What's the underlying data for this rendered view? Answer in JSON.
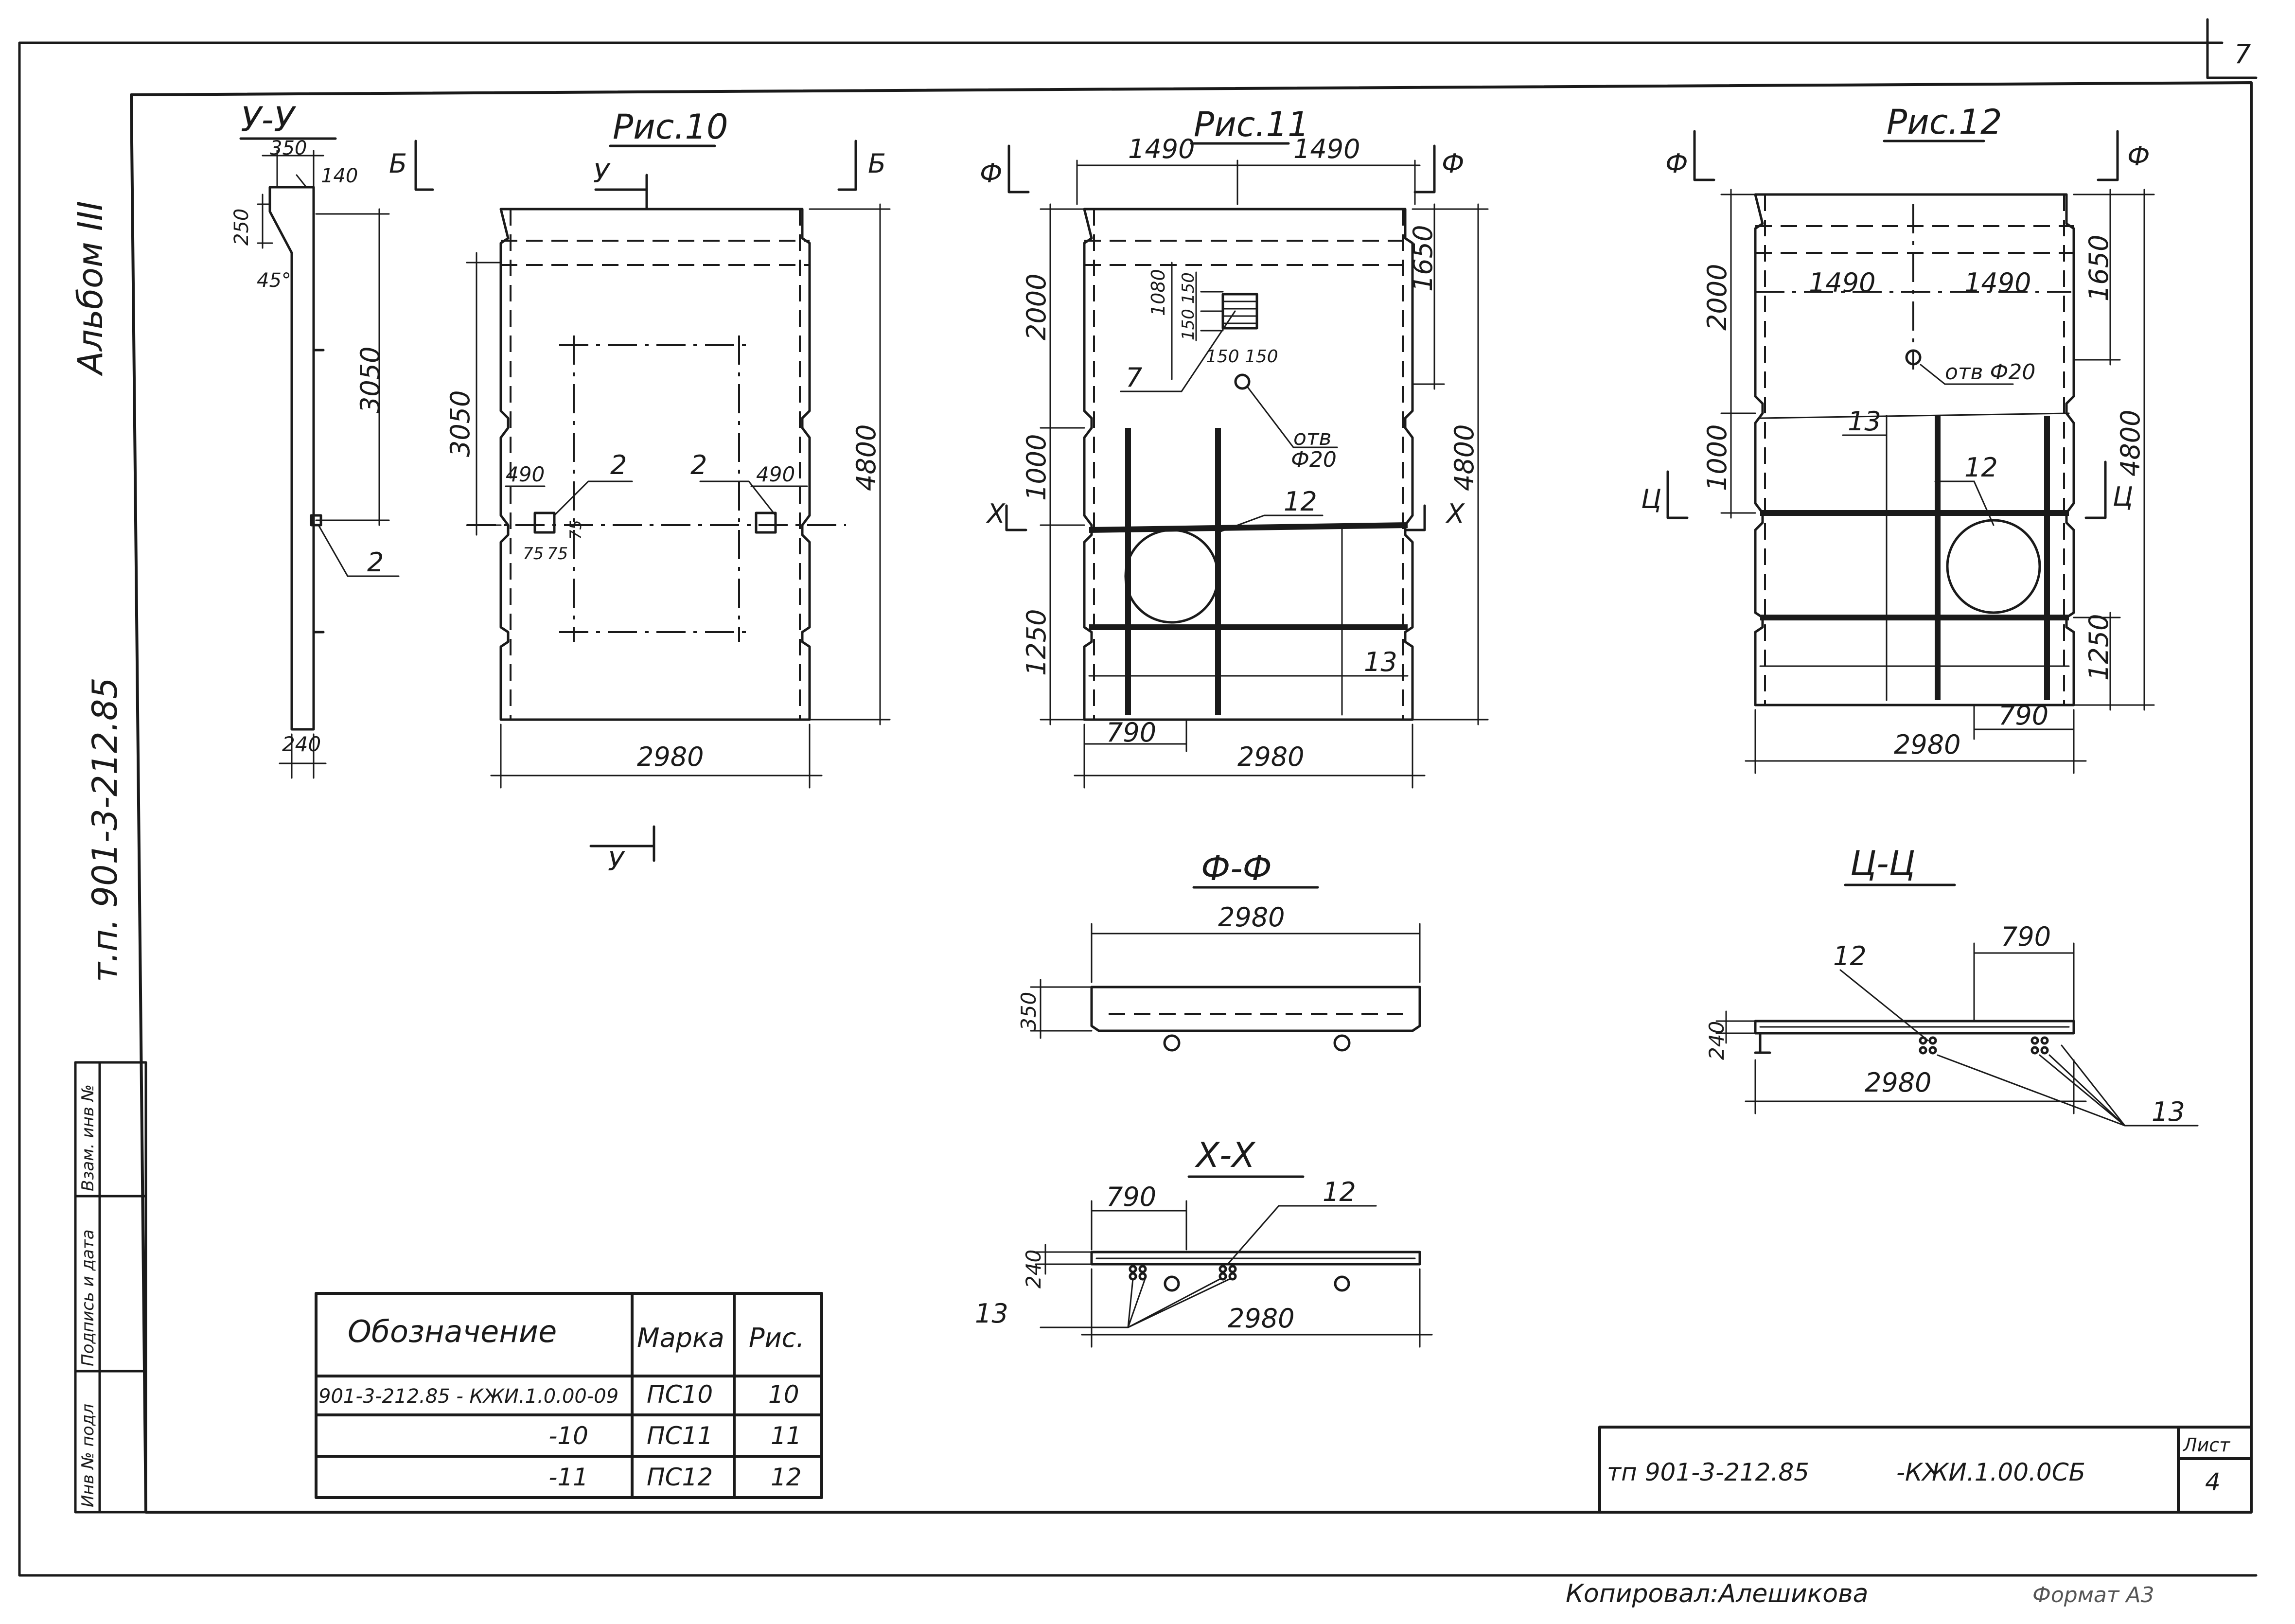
{
  "figures": {
    "section_u": "У-У",
    "fig10": "Рис.10",
    "fig11": "Рис.11",
    "fig12": "Рис.12",
    "section_f": "Ф-Ф",
    "section_ts": "Ц-Ц",
    "section_x": "Х-Х"
  },
  "section_marks": {
    "b": "Б",
    "u": "У",
    "f": "Ф",
    "x": "Х",
    "ts": "Ц"
  },
  "dims": {
    "d350": "350",
    "d140": "140",
    "d250": "250",
    "d45": "45°",
    "d3050": "3050",
    "d240": "240",
    "d490": "490",
    "d75": "75",
    "d4800": "4800",
    "d2980": "2980",
    "d1490": "1490",
    "d2000": "2000",
    "d1080": "1080",
    "d150": "150",
    "d1650": "1650",
    "d1000": "1000",
    "d1250": "1250",
    "d790": "790",
    "hole": "отв Ф20",
    "hole_a": "отв",
    "hole_b": "Ф20"
  },
  "callouts": {
    "c2": "2",
    "c7": "7",
    "c12": "12",
    "c13": "13"
  },
  "left_margin": {
    "album": "Альбом III",
    "project": "т.п. 901-3-212.85",
    "stamp": [
      "Инв № подл",
      "Подпись и дата",
      "Взам. инв №"
    ]
  },
  "corner_mark": "7",
  "spec_table": {
    "headers": [
      "Обозначение",
      "Марка",
      "Рис."
    ],
    "rows": [
      {
        "designation": "901-3-212.85 - КЖИ.1.0.00-09",
        "mark": "ПС10",
        "fig": "10"
      },
      {
        "designation": "-10",
        "mark": "ПС11",
        "fig": "11"
      },
      {
        "designation": "-11",
        "mark": "ПС12",
        "fig": "12"
      }
    ]
  },
  "title_block": {
    "project": "тп 901-3-212.85",
    "code": "-КЖИ.1.00.0СБ",
    "sheet_label": "Лист",
    "sheet_no": "4"
  },
  "footer": {
    "copied_by": "Копировал:Алешикова",
    "format": "Формат А3"
  }
}
